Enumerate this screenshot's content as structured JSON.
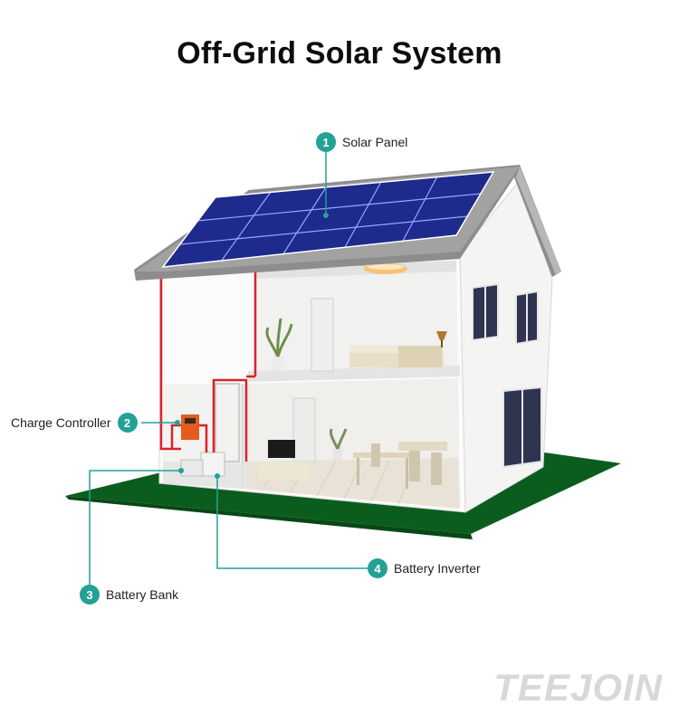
{
  "title": "Off-Grid Solar System",
  "callouts": [
    {
      "number": "1",
      "label": "Solar Panel"
    },
    {
      "number": "2",
      "label": "Charge Controller"
    },
    {
      "number": "3",
      "label": "Battery Bank"
    },
    {
      "number": "4",
      "label": "Battery Inverter"
    }
  ],
  "brand": "TEEJOIN",
  "colors": {
    "accent": "#23a196",
    "wire": "#d9232d",
    "panel": "#1e2a8c",
    "ground": "#0b5d1e"
  }
}
